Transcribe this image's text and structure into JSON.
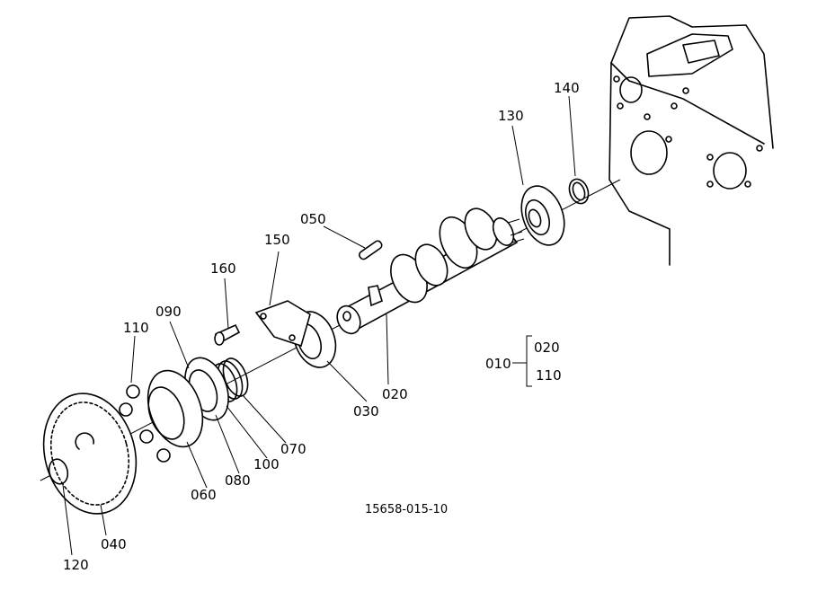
{
  "diagram": {
    "drawing_number": "15658-015-10",
    "parts": [
      {
        "id": "010",
        "label": "010"
      },
      {
        "id": "020",
        "label": "020"
      },
      {
        "id": "030",
        "label": "030"
      },
      {
        "id": "040",
        "label": "040"
      },
      {
        "id": "050",
        "label": "050"
      },
      {
        "id": "060",
        "label": "060"
      },
      {
        "id": "070",
        "label": "070"
      },
      {
        "id": "080",
        "label": "080"
      },
      {
        "id": "090",
        "label": "090"
      },
      {
        "id": "100",
        "label": "100"
      },
      {
        "id": "110",
        "label": "110"
      },
      {
        "id": "120",
        "label": "120"
      },
      {
        "id": "130",
        "label": "130"
      },
      {
        "id": "140",
        "label": "140"
      },
      {
        "id": "150",
        "label": "150"
      },
      {
        "id": "160",
        "label": "160"
      }
    ],
    "assembly_group": {
      "parent": "010",
      "children": [
        "020",
        "110"
      ]
    }
  }
}
